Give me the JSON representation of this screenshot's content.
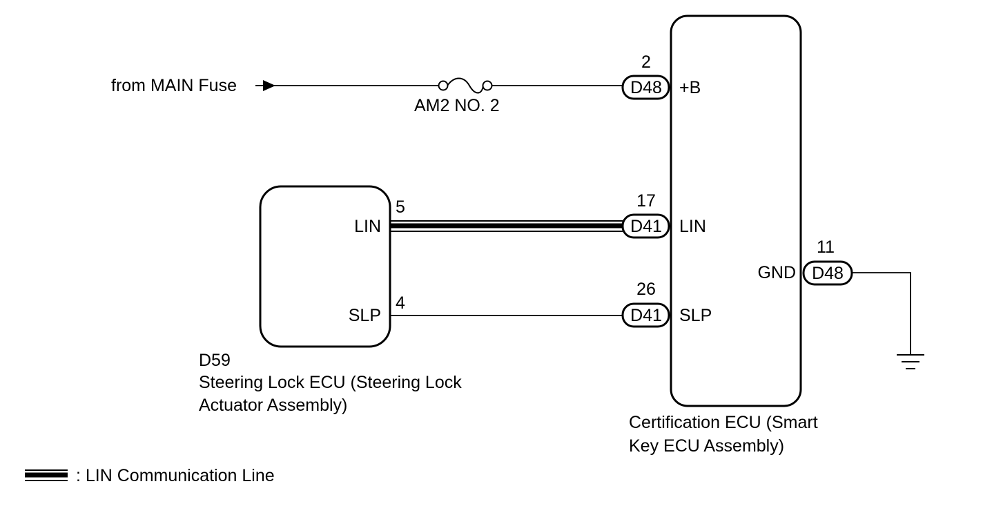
{
  "power_source": {
    "label": "from MAIN Fuse"
  },
  "fuse": {
    "label": "AM2 NO. 2"
  },
  "steering_lock_ecu": {
    "code": "D59",
    "name_line1": "Steering Lock ECU (Steering Lock",
    "name_line2": "Actuator Assembly)",
    "pins": [
      {
        "number": "5",
        "name": "LIN"
      },
      {
        "number": "4",
        "name": "SLP"
      }
    ]
  },
  "certification_ecu": {
    "name_line1": "Certification ECU (Smart",
    "name_line2": "Key ECU Assembly)",
    "pins": [
      {
        "number": "2",
        "connector": "D48",
        "name": "+B"
      },
      {
        "number": "17",
        "connector": "D41",
        "name": "LIN"
      },
      {
        "number": "26",
        "connector": "D41",
        "name": "SLP"
      },
      {
        "number": "11",
        "connector": "D48",
        "name": "GND"
      }
    ]
  },
  "legend": {
    "text": ": LIN Communication Line"
  }
}
